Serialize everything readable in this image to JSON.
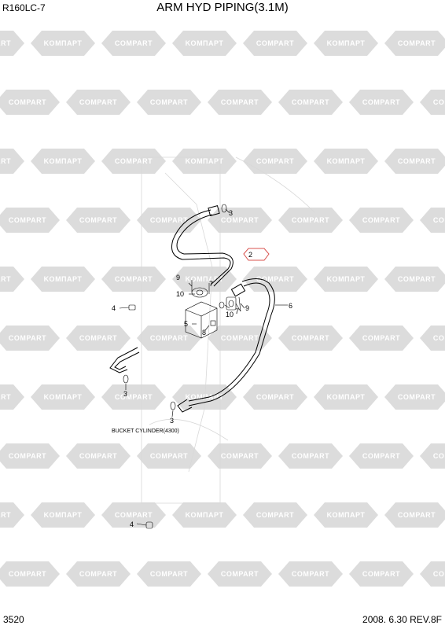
{
  "header": {
    "model": "R160LC-7",
    "title": "ARM HYD PIPING(3.1M)"
  },
  "footer": {
    "page": "3520",
    "date_rev": "2008. 6.30  REV.8F"
  },
  "watermark": {
    "logo_left": "KOMПАРТ",
    "logo_right": "COMPART"
  },
  "callouts": {
    "c2": "2",
    "c3a": "3",
    "c3b": "3",
    "c3c": "3",
    "c4a": "4",
    "c4b": "4",
    "c5": "5",
    "c6": "6",
    "c7a": "7",
    "c7b": "7",
    "c8": "8",
    "c9a": "9",
    "c9b": "9",
    "c10a": "10",
    "c10b": "10"
  },
  "caption": "BUCKET CYLINDER(4300)",
  "colors": {
    "watermark": "#dcdcdc",
    "highlight": "#d9534f",
    "ink": "#000000"
  }
}
